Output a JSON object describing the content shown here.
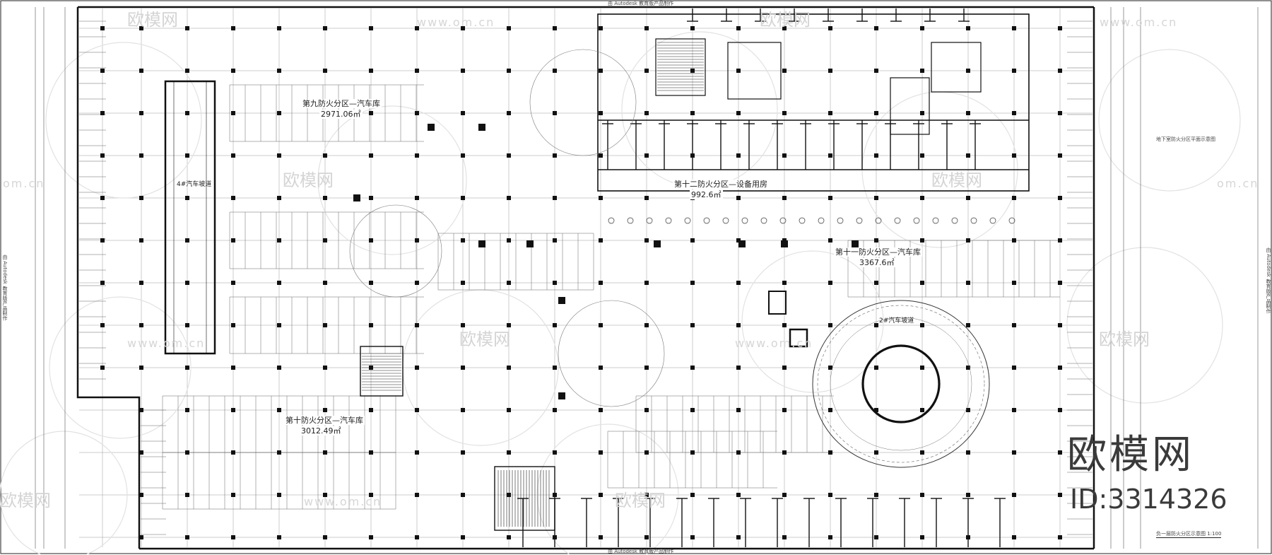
{
  "drawing": {
    "top_note": "由 Autodesk 教育版产品制作",
    "bottom_note": "由 Autodesk 教育版产品制作",
    "left_side_note": "由 Autodesk 教育版产品制作",
    "right_side_note": "由 Autodesk 教育版产品制作",
    "right_panel_label": "地下室防火分区平面示意图",
    "bottom_right_title": "负一层防火分区示意图 1:100"
  },
  "zones": {
    "zone9_name": "第九防火分区—汽车库",
    "zone9_area": "2971.06㎡",
    "zone12_name": "第十二防火分区—设备用房",
    "zone12_area": "992.6㎡",
    "zone11_name": "第十一防火分区—汽车库",
    "zone11_area": "3367.6㎡",
    "zone10_name": "第十防火分区—汽车库",
    "zone10_area": "3012.49㎡",
    "ramp_left": "4#汽车坡道",
    "ramp_circle": "2#汽车坡道"
  },
  "watermark": {
    "brand_cn": "欧模网",
    "site": "www.om.cn",
    "site_short": "om.cn",
    "id_text": "ID:3314326"
  },
  "colors": {
    "line": "#1a1a1a",
    "thin": "#5a5a5a",
    "faint": "#b8b8b8",
    "watermark": "#d4d4d4"
  }
}
